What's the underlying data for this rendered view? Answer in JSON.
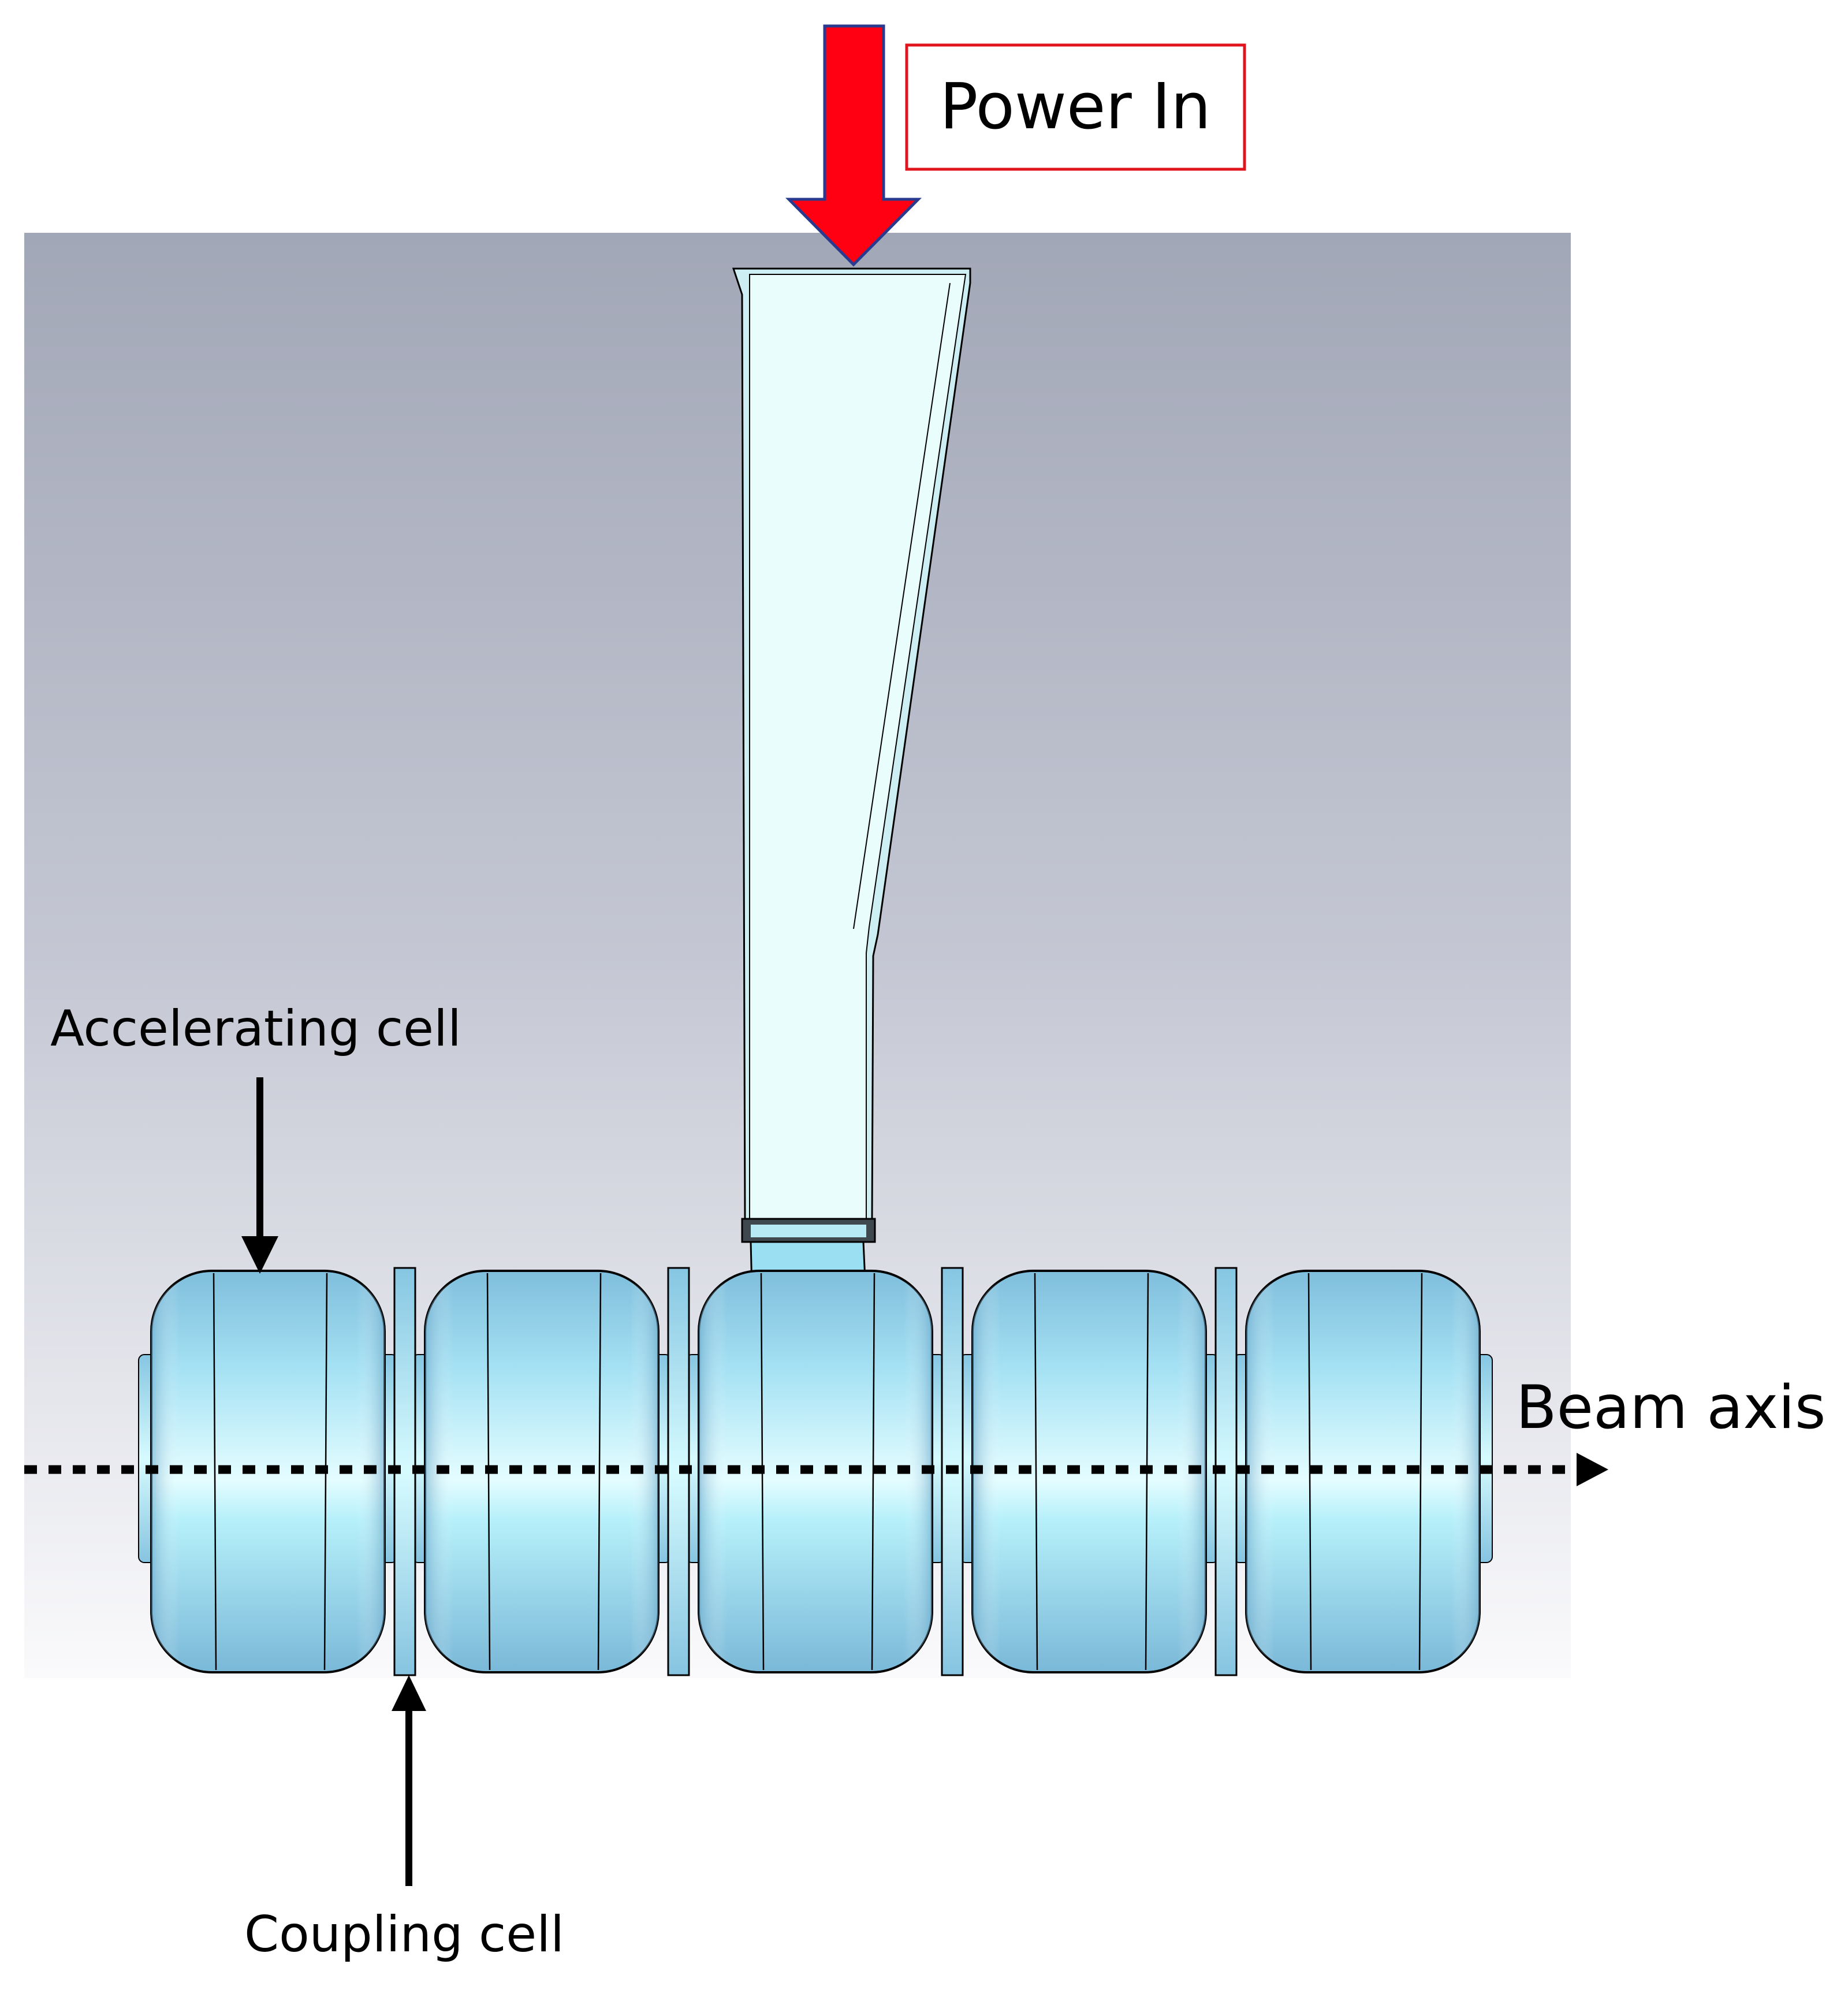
{
  "labels": {
    "power_in": "Power In",
    "accelerating_cell": "Accelerating cell",
    "coupling_cell": "Coupling cell",
    "beam_axis": "Beam axis"
  },
  "colors": {
    "power_arrow": "#ff0012",
    "power_arrow_outline": "#2a3b8f",
    "power_box_border": "#e0141c",
    "cell_light": "#d8fbff",
    "cell_mid": "#a6e4f4",
    "cell_dark": "#78b8d8",
    "waveguide_fill": "#eafdfd",
    "background_top": "#a2a7b7",
    "background_bottom": "#fafafc"
  },
  "structure": {
    "accelerating_cells": 5,
    "coupling_cells": 4
  }
}
